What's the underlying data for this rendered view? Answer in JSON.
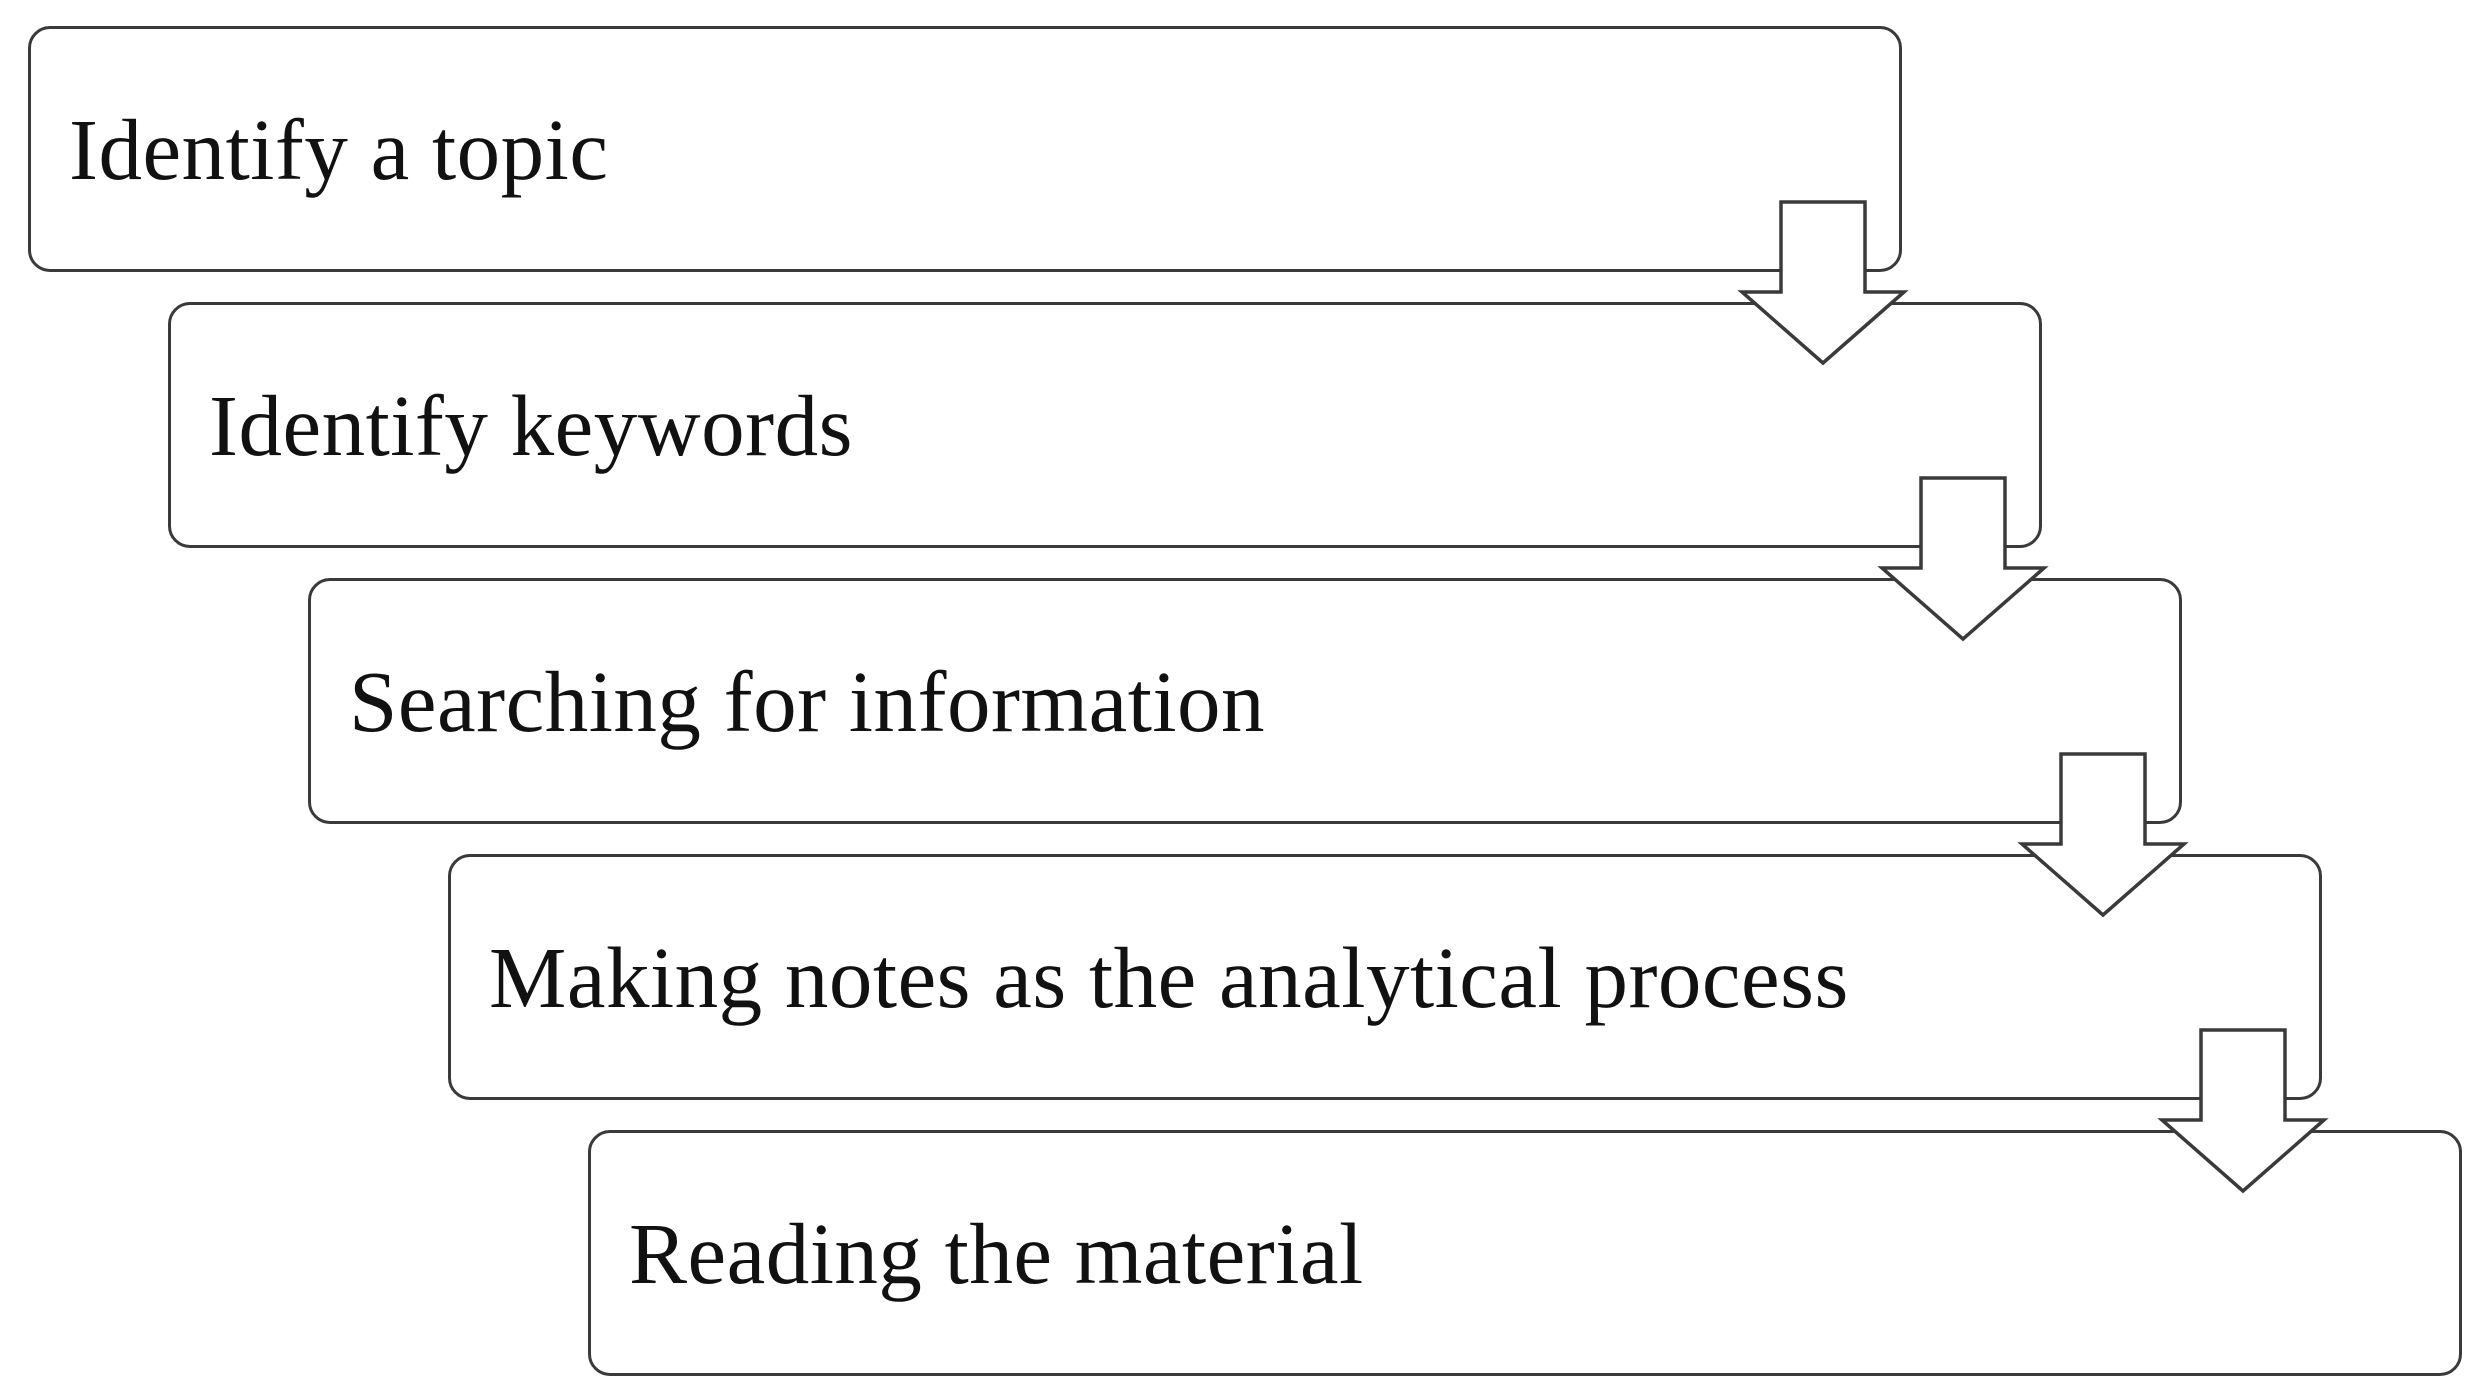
{
  "diagram": {
    "steps": [
      {
        "label": "Identify a topic"
      },
      {
        "label": "Identify keywords"
      },
      {
        "label": "Searching for information"
      },
      {
        "label": "Making notes as the analytical process"
      },
      {
        "label": "Reading the material"
      }
    ],
    "arrows": [
      {
        "icon": "down-arrow-icon"
      },
      {
        "icon": "down-arrow-icon"
      },
      {
        "icon": "down-arrow-icon"
      },
      {
        "icon": "down-arrow-icon"
      }
    ],
    "colors": {
      "border": "#3a3a3a",
      "text": "#111111",
      "background": "#ffffff",
      "arrow_fill": "#ffffff"
    }
  }
}
